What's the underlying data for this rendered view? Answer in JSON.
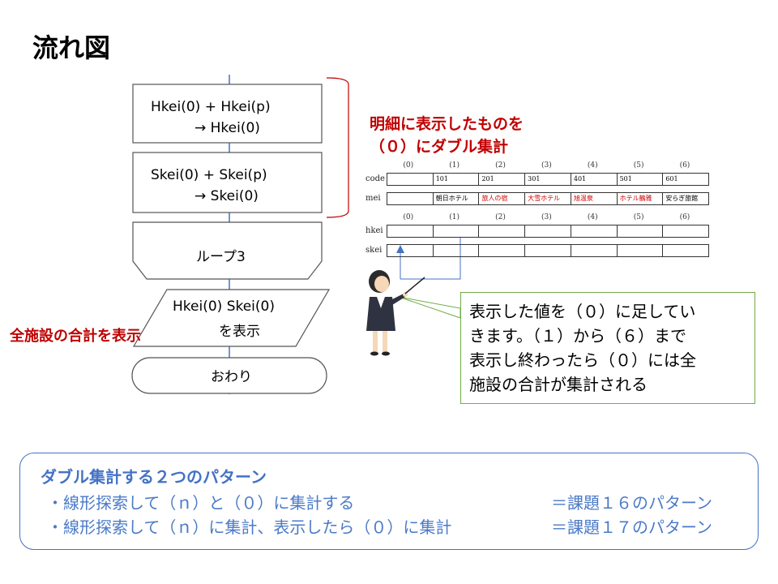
{
  "title": "流れ図",
  "flow": {
    "box1_line1": "Hkei(0) + Hkei(p)",
    "box1_line2": "→  Hkei(0)",
    "box2_line1": "Skei(0) + Skei(p)",
    "box2_line2": "→ Skei(0)",
    "loop_label": "ループ3",
    "io_line1": "Hkei(0) Skei(0)",
    "io_line2": "を表示",
    "end_label": "おわり"
  },
  "annotation_top": {
    "line1": "明細に表示したものを",
    "line2": "（０）にダブル集計"
  },
  "annotation_left": "全施設の合計を表示",
  "table": {
    "indices": [
      "(0)",
      "(1)",
      "(2)",
      "(3)",
      "(4)",
      "(5)",
      "(6)"
    ],
    "code_label": "code",
    "mei_label": "mei",
    "hkei_label": "hkei",
    "skei_label": "skei",
    "code_values": [
      "",
      "101",
      "201",
      "301",
      "401",
      "501",
      "601"
    ],
    "mei_values": [
      "",
      "朝日ホテル",
      "旅人の宿",
      "大雪ホテル",
      "旭温泉",
      "ホテル鶴雅",
      "安らぎ旅館"
    ],
    "mei_colors": [
      "#000000",
      "#000000",
      "#d00000",
      "#d00000",
      "#d00000",
      "#d00000",
      "#000000"
    ]
  },
  "note": {
    "line1": "表示した値を（０）に足してい",
    "line2": "きます。（１）から（６）まで",
    "line3": "表示し終わったら（０）には全",
    "line4": "施設の合計が集計される"
  },
  "summary": {
    "heading": "ダブル集計する２つのパターン",
    "item1": "・線形探索して（ｎ）と（０）に集計する",
    "item1_result": "＝課題１６のパターン",
    "item2": "・線形探索して（ｎ）に集計、表示したら（０）に集計",
    "item2_result": "＝課題１７のパターン"
  },
  "colors": {
    "accent_red": "#c00000",
    "accent_blue": "#4472c4",
    "note_border": "#70ad47"
  }
}
